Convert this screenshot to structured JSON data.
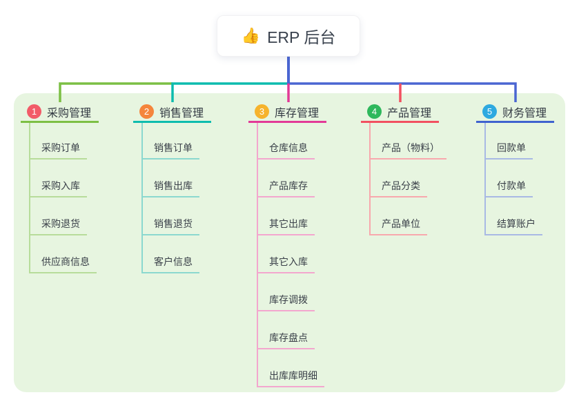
{
  "root": {
    "title": "ERP 后台",
    "emoji": "👍",
    "icon": "thumbs-up-icon"
  },
  "colors": {
    "trunk": "#4b66d2",
    "panel_bg": "#e7f5e0",
    "branch_lines": [
      "#7cbf44",
      "#0dbcae",
      "#e23a97",
      "#f25060",
      "#3f62cf"
    ],
    "child_lines": [
      "#b7dc9a",
      "#8bd8cf",
      "#f3a6ce",
      "#f8a8ad",
      "#a8b9e4"
    ],
    "badges": [
      "#f25b68",
      "#f5853c",
      "#f6b32c",
      "#2eb85c",
      "#2ea9e0"
    ]
  },
  "branches": [
    {
      "index": "1",
      "label": "采购管理",
      "children": [
        "采购订单",
        "采购入库",
        "采购退货",
        "供应商信息"
      ]
    },
    {
      "index": "2",
      "label": "销售管理",
      "children": [
        "销售订单",
        "销售出库",
        "销售退货",
        "客户信息"
      ]
    },
    {
      "index": "3",
      "label": "库存管理",
      "children": [
        "仓库信息",
        "产品库存",
        "其它出库",
        "其它入库",
        "库存调拨",
        "库存盘点",
        "出库库明细"
      ]
    },
    {
      "index": "4",
      "label": "产品管理",
      "children": [
        "产品（物料）",
        "产品分类",
        "产品单位"
      ]
    },
    {
      "index": "5",
      "label": "财务管理",
      "children": [
        "回款单",
        "付款单",
        "结算账户"
      ]
    }
  ]
}
